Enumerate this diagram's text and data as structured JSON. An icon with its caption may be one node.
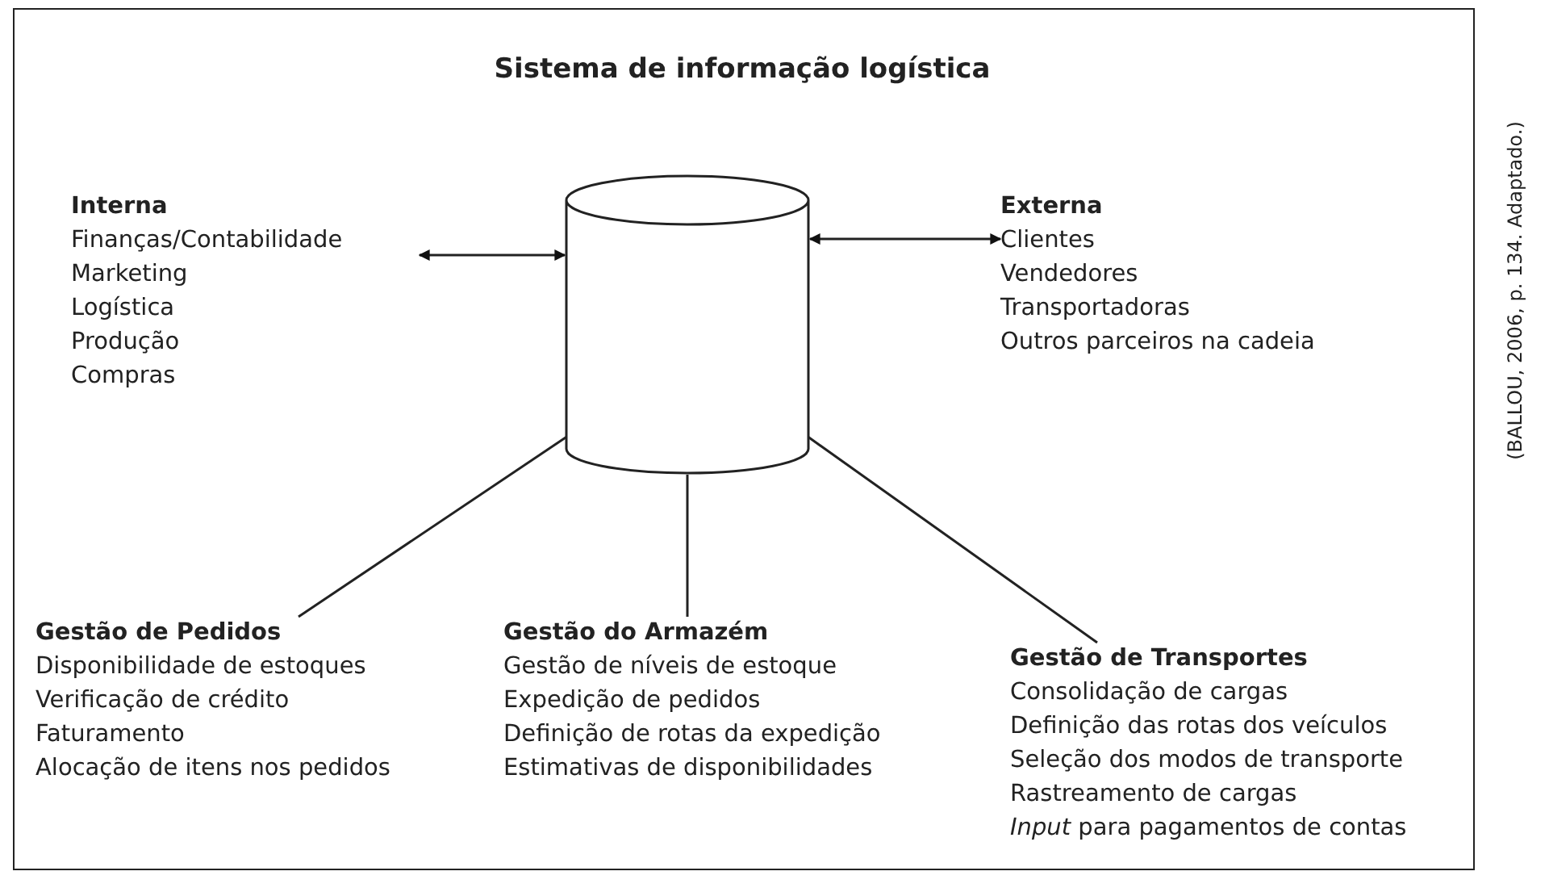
{
  "diagram": {
    "title": "Sistema de informação logística",
    "nodes": [
      {
        "text": [
          "Interna",
          "Finanças/Contabilidade",
          "Marketing",
          "Logística",
          "Produção",
          "Compras"
        ]
      },
      {
        "text": [],
        "shape": "cylinder"
      },
      {
        "text": [
          "Externa",
          "Clientes",
          "Vendedores",
          "Transportadoras",
          "Outros parceiros na cadeia"
        ]
      },
      {
        "text": [
          "Gestão de Pedidos",
          "Disponibilidade de estoques",
          "Verificação de crédito",
          "Faturamento",
          "Alocação de itens nos pedidos"
        ]
      },
      {
        "text": [
          "Gestão do Armazém",
          "Gestão de níveis de estoque",
          "Expedição de pedidos",
          "Definição de rotas da expedição",
          "Estimativas de disponibilidades"
        ]
      },
      {
        "text": [
          "Gestão de Transportes",
          "Consolidação de cargas",
          "Definição das rotas dos veículos",
          "Seleção dos modos de transporte",
          "Rastreamento de cargas",
          "*Input* para pagamentos de contas"
        ]
      }
    ],
    "edges": [
      {
        "from": 0,
        "to": 1,
        "arrow": "both"
      },
      {
        "from": 1,
        "to": 2,
        "arrow": "both"
      },
      {
        "from": 1,
        "to": 3,
        "arrow": "none"
      },
      {
        "from": 1,
        "to": 4,
        "arrow": "none"
      },
      {
        "from": 1,
        "to": 5,
        "arrow": "none"
      }
    ],
    "labels": [
      "(BALLOU, 2006, p. 134. Adaptado.)"
    ]
  }
}
